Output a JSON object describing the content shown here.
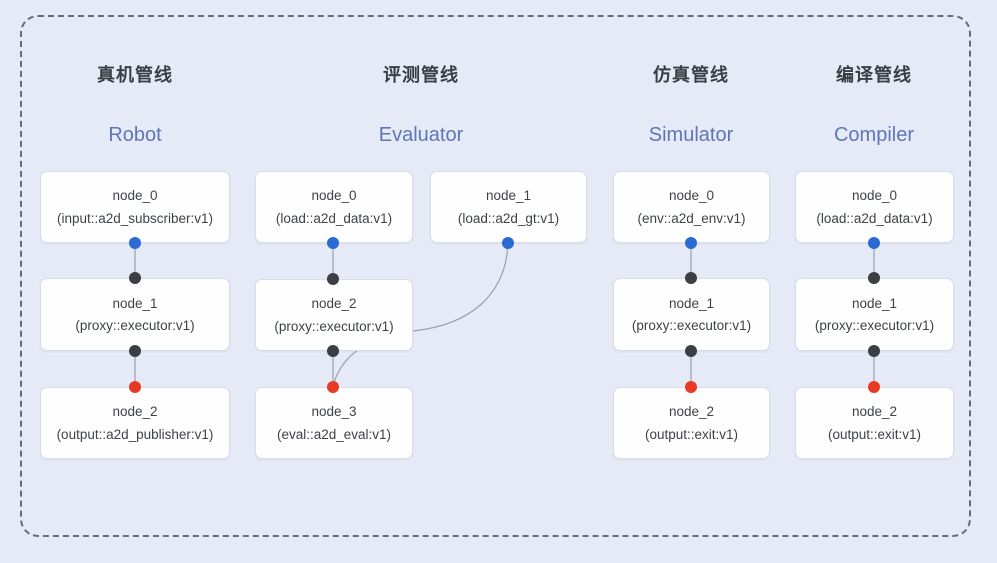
{
  "diagram": {
    "pipelines": [
      {
        "title_zh": "真机管线",
        "title_en": "Robot",
        "nodes": [
          {
            "name": "node_0",
            "type": "(input::a2d_subscriber:v1)"
          },
          {
            "name": "node_1",
            "type": "(proxy::executor:v1)"
          },
          {
            "name": "node_2",
            "type": "(output::a2d_publisher:v1)"
          }
        ]
      },
      {
        "title_zh": "评测管线",
        "title_en": "Evaluator",
        "nodes": [
          {
            "name": "node_0",
            "type": "(load::a2d_data:v1)"
          },
          {
            "name": "node_1",
            "type": "(load::a2d_gt:v1)"
          },
          {
            "name": "node_2",
            "type": "(proxy::executor:v1)"
          },
          {
            "name": "node_3",
            "type": "(eval::a2d_eval:v1)"
          }
        ]
      },
      {
        "title_zh": "仿真管线",
        "title_en": "Simulator",
        "nodes": [
          {
            "name": "node_0",
            "type": "(env::a2d_env:v1)"
          },
          {
            "name": "node_1",
            "type": "(proxy::executor:v1)"
          },
          {
            "name": "node_2",
            "type": "(output::exit:v1)"
          }
        ]
      },
      {
        "title_zh": "编译管线",
        "title_en": "Compiler",
        "nodes": [
          {
            "name": "node_0",
            "type": "(load::a2d_data:v1)"
          },
          {
            "name": "node_1",
            "type": "(proxy::executor:v1)"
          },
          {
            "name": "node_2",
            "type": "(output::exit:v1)"
          }
        ]
      }
    ],
    "port_colors": {
      "source_port": "#2a6bd3",
      "through_port": "#3b3e42",
      "sink_port": "#e83a22"
    },
    "edge_color": "#97a0b3",
    "background_color": "#e6eaf7",
    "accent_color": "#5d77b6"
  }
}
